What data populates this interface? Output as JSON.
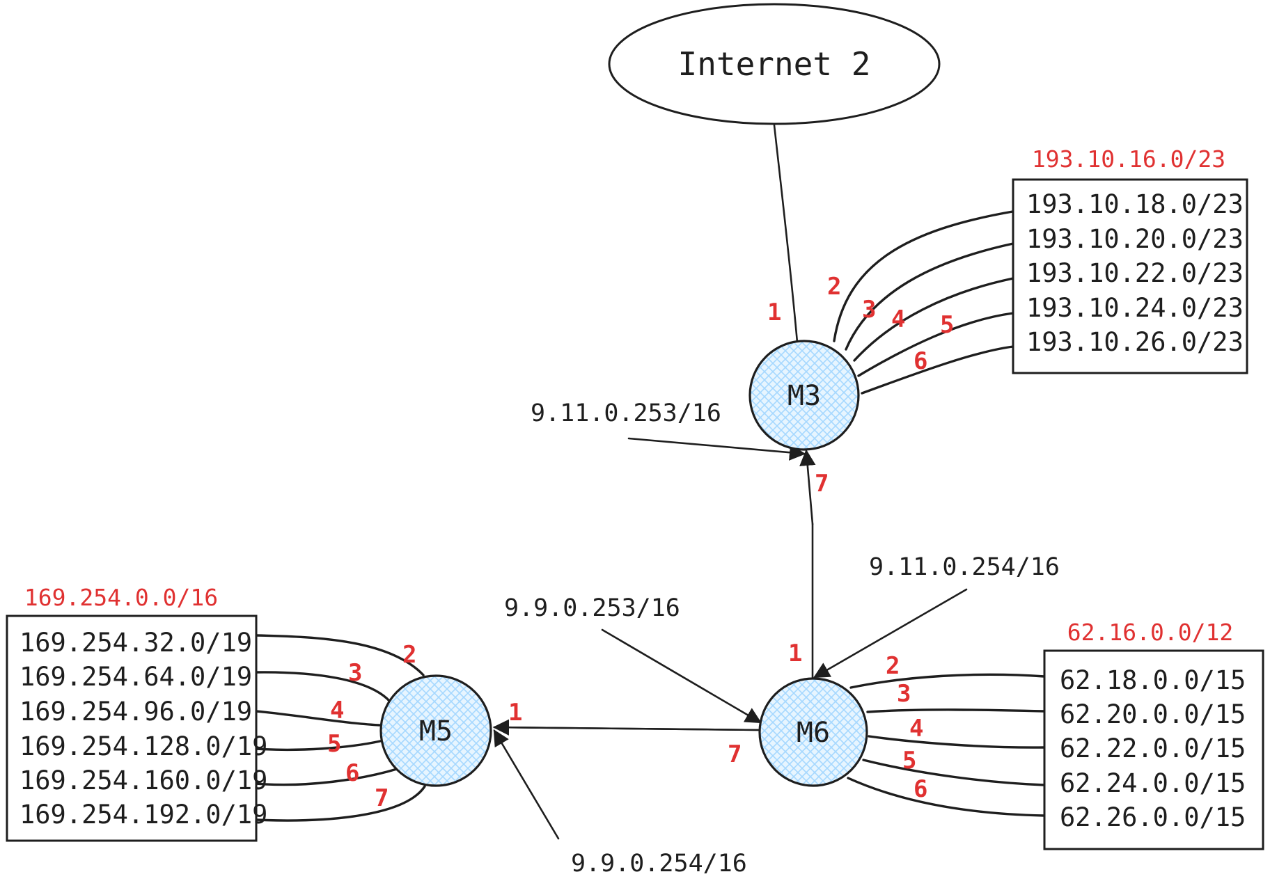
{
  "colors": {
    "stroke": "#1e1e1e",
    "label_red": "#e03131",
    "node_hatch": "#a5d8ff",
    "node_fill": "#e7f5ff"
  },
  "internet": {
    "label": "Internet 2"
  },
  "routers": {
    "m3": {
      "label": "M3"
    },
    "m5": {
      "label": "M5"
    },
    "m6": {
      "label": "M6"
    }
  },
  "networks": {
    "top_right": {
      "title": "193.10.16.0/23",
      "rows": [
        "193.10.18.0/23",
        "193.10.20.0/23",
        "193.10.22.0/23",
        "193.10.24.0/23",
        "193.10.26.0/23"
      ]
    },
    "left": {
      "title": "169.254.0.0/16",
      "rows": [
        "169.254.32.0/19",
        "169.254.64.0/19",
        "169.254.96.0/19",
        "169.254.128.0/19",
        "169.254.160.0/19",
        "169.254.192.0/19"
      ]
    },
    "bottom_right": {
      "title": "62.16.0.0/12",
      "rows": [
        "62.18.0.0/15",
        "62.20.0.0/15",
        "62.22.0.0/15",
        "62.24.0.0/15",
        "62.26.0.0/15"
      ]
    }
  },
  "addresses": {
    "m3_m6_top": "9.11.0.253/16",
    "m3_m6_bottom": "9.11.0.254/16",
    "m5_m6_top": "9.9.0.253/16",
    "m5_m6_bottom": "9.9.0.254/16"
  },
  "ports": {
    "m3": [
      "1",
      "2",
      "3",
      "4",
      "5",
      "6",
      "7"
    ],
    "m5": [
      "1",
      "2",
      "3",
      "4",
      "5",
      "6",
      "7"
    ],
    "m6": [
      "1",
      "2",
      "3",
      "4",
      "5",
      "6",
      "7"
    ]
  }
}
